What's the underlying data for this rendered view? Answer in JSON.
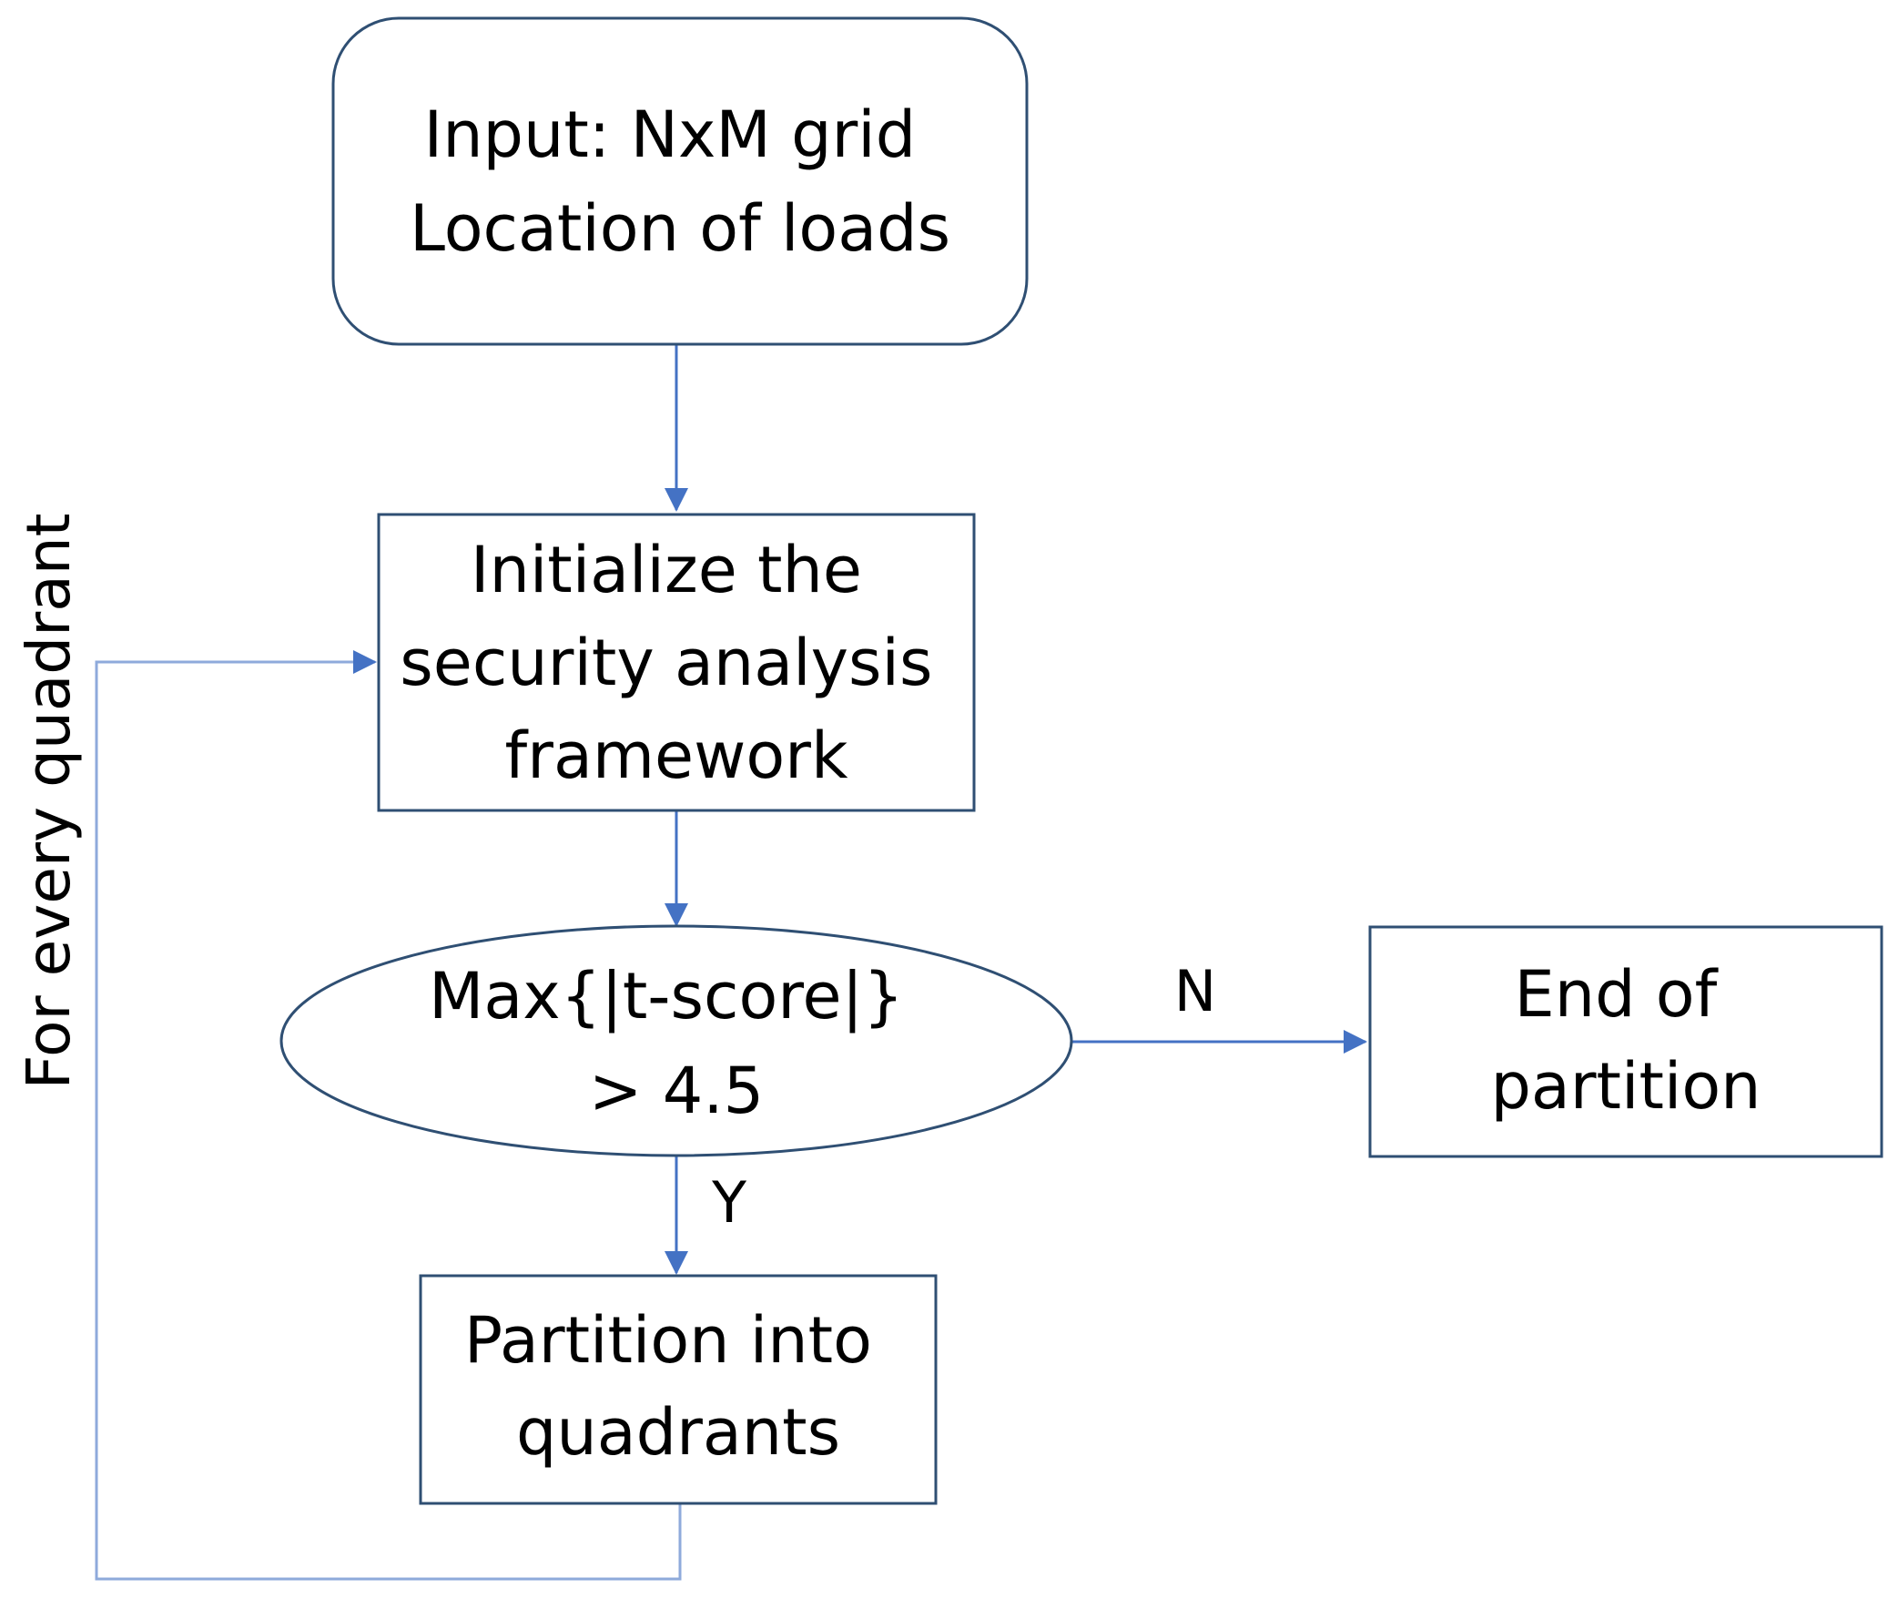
{
  "nodes": {
    "input": {
      "shape": "rounded-rectangle",
      "lines": [
        "Input: NxM grid",
        "Location of loads"
      ]
    },
    "initialize": {
      "shape": "rectangle",
      "lines": [
        "Initialize the",
        "security analysis",
        "framework"
      ]
    },
    "decision": {
      "shape": "ellipse",
      "lines": [
        "Max{|t-score|}",
        "> 4.5"
      ]
    },
    "end": {
      "shape": "rectangle",
      "lines": [
        "End of",
        "partition"
      ]
    },
    "partition": {
      "shape": "rectangle",
      "lines": [
        "Partition into",
        "quadrants"
      ]
    }
  },
  "edges": {
    "no_label": "N",
    "yes_label": "Y",
    "loop_label": "For every quadrant"
  },
  "colors": {
    "shape_stroke": "#2f4f73",
    "connector": "#4472c4",
    "loop_connector": "#8eaadb",
    "text": "#000000"
  }
}
